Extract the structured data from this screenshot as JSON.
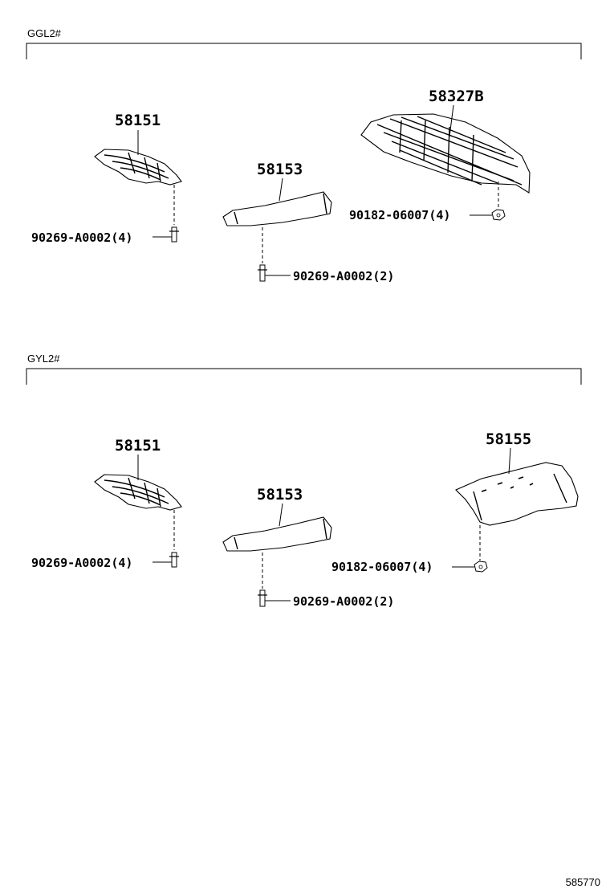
{
  "sections": [
    {
      "label": "GGL2#",
      "parts": {
        "left_shield": "58151",
        "middle_shield": "58153",
        "right_shield": "58327B"
      },
      "fasteners": {
        "left_bolt": "90269-A0002(4)",
        "middle_bolt": "90269-A0002(2)",
        "right_nut": "90182-06007(4)"
      }
    },
    {
      "label": "GYL2#",
      "parts": {
        "left_shield": "58151",
        "middle_shield": "58153",
        "right_shield": "58155"
      },
      "fasteners": {
        "left_bolt": "90269-A0002(4)",
        "middle_bolt": "90269-A0002(2)",
        "right_nut": "90182-06007(4)"
      }
    }
  ],
  "diagram_id": "585770"
}
